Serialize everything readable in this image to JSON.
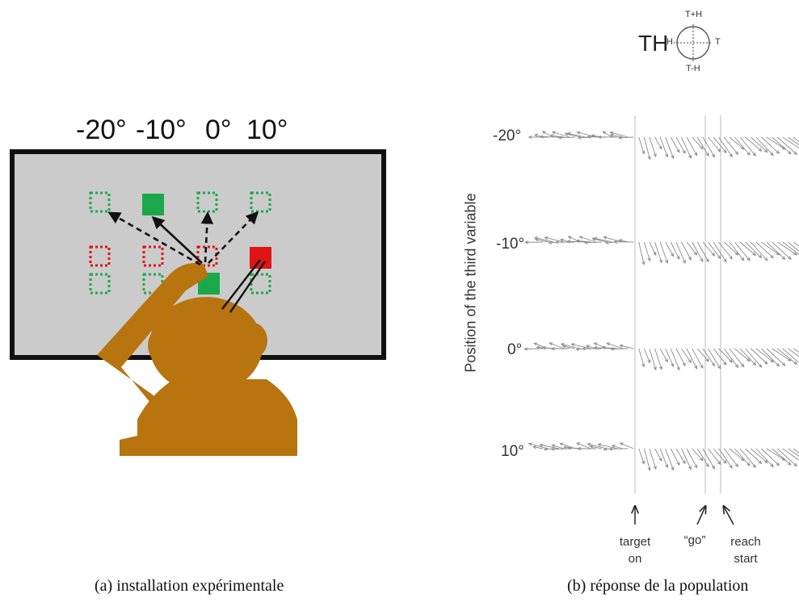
{
  "left_panel": {
    "angle_labels": [
      "-20°",
      "-10°",
      "0°",
      "10°"
    ],
    "caption": "(a)  installation expérimentale",
    "colors": {
      "screen": "#cccccc",
      "frame": "#111111",
      "figure": "#b8740f",
      "green": "#1aa84b",
      "red": "#e01414"
    }
  },
  "right_panel": {
    "legend": {
      "title": "TH",
      "top": "T+H",
      "left": "H",
      "right": "T",
      "bottom": "T-H"
    },
    "ylabel": "Position of the third variable",
    "row_labels": [
      "-20°",
      "-10°",
      "0°",
      "10°"
    ],
    "events": [
      {
        "lines": [
          "target",
          "on"
        ]
      },
      {
        "lines": [
          "“go”"
        ]
      },
      {
        "lines": [
          "reach",
          "start"
        ]
      }
    ],
    "caption": "(b)  réponse de la population"
  }
}
